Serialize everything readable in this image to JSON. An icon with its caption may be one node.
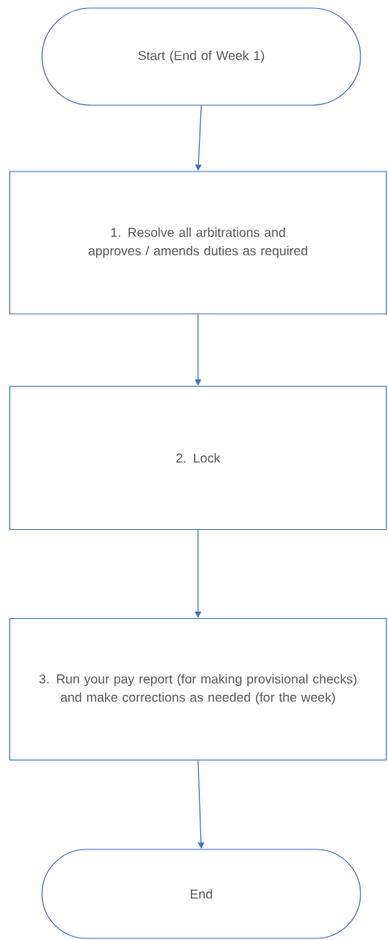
{
  "diagram": {
    "nodes": [
      {
        "text": [
          "Start (End of Week 1)"
        ]
      },
      {
        "text": [
          "1. Resolve all arbitrations and approves / amends duties as required"
        ]
      },
      {
        "text": [
          "2. Lock"
        ]
      },
      {
        "text": [
          "3. Run your pay report (for making provisional checks) and make corrections as needed (for the week)"
        ]
      },
      {
        "text": [
          "End"
        ]
      }
    ],
    "edges": [
      {
        "from": 0,
        "to": 1,
        "arrow": "to"
      },
      {
        "from": 1,
        "to": 2,
        "arrow": "to"
      },
      {
        "from": 2,
        "to": 3,
        "arrow": "to"
      },
      {
        "from": 3,
        "to": 4,
        "arrow": "to"
      }
    ]
  }
}
